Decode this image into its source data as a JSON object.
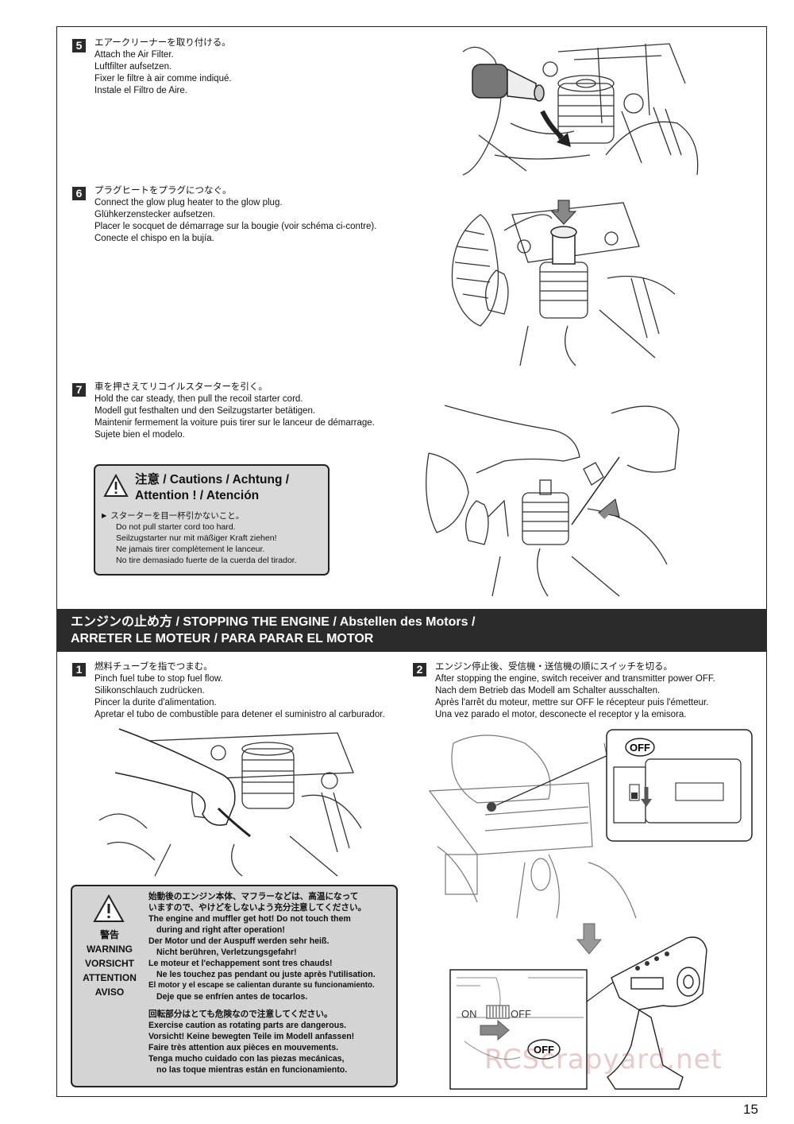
{
  "step5": {
    "num": "5",
    "lines": [
      "エアークリーナーを取り付ける。",
      "Attach the Air Filter.",
      "Luftfilter aufsetzen.",
      "Fixer le filtre à air comme indiqué.",
      "Instale el Filtro de Aire."
    ]
  },
  "step6": {
    "num": "6",
    "lines": [
      "プラグヒートをプラグにつなぐ。",
      "Connect the glow plug heater to the glow plug.",
      "Glühkerzenstecker aufsetzen.",
      "Placer le socquet de démarrage sur la bougie (voir schéma ci-contre).",
      "Conecte el chispo en la bujía."
    ]
  },
  "step7": {
    "num": "7",
    "lines": [
      "車を押さえてリコイルスターターを引く。",
      "Hold the car steady, then pull the recoil starter cord.",
      "Modell gut festhalten und den Seilzugstarter betätigen.",
      "Maintenir fermement la voiture puis tirer sur le lanceur de démarrage.",
      "Sujete bien el modelo."
    ]
  },
  "caution": {
    "title1": "注意 / Cautions / Achtung /",
    "title2": "Attention ! / Atención",
    "bullet": "► スターターを目一杯引かないこと。",
    "lines": [
      "Do not pull starter cord too hard.",
      "Seilzugstarter nur mit mäßiger Kraft ziehen!",
      "Ne jamais tirer complètement le lanceur.",
      "No tire demasiado fuerte de la cuerda del tirador."
    ]
  },
  "banner": {
    "line1": "エンジンの止め方 / STOPPING THE ENGINE / Abstellen des Motors /",
    "line2": "ARRETER LE MOTEUR / PARA PARAR EL MOTOR"
  },
  "stop1": {
    "num": "1",
    "lines": [
      "燃料チューブを指でつまむ。",
      "Pinch fuel tube to stop fuel flow.",
      "Silikonschlauch zudrücken.",
      "Pincer la durite d'alimentation.",
      "Apretar el tubo de combustible para detener el suministro al carburador."
    ]
  },
  "stop2": {
    "num": "2",
    "lines": [
      "エンジン停止後、受信機・送信機の順にスイッチを切る。",
      "After stopping the engine, switch receiver and transmitter power OFF.",
      "Nach dem Betrieb das Modell am Schalter ausschalten.",
      "Après l'arrêt du moteur, mettre sur OFF le récepteur puis l'émetteur.",
      "Una vez parado el motor, desconecte el receptor y la emisora."
    ]
  },
  "warning": {
    "labels": [
      "警告",
      "WARNING",
      "VORSICHT",
      "ATTENTION",
      "AVISO"
    ],
    "group1": [
      "始動後のエンジン本体、マフラーなどは、高温になって",
      "いますので、やけどをしないよう充分注意してください。",
      "The engine and muffler get hot!  Do not touch them",
      "  during and right after operation!",
      "Der Motor und der Auspuff werden sehr heiß.",
      "  Nicht berühren, Verletzungsgefahr!",
      "Le moteur et l'echappement sont tres chauds!",
      "  Ne les touchez pas pendant ou juste après l'utilisation.",
      "El motor y el escape se calientan durante su funcionamiento.",
      "  Deje que se enfríen antes de tocarlos."
    ],
    "group2": [
      "回転部分はとても危険なので注意してください。",
      "Exercise caution as rotating parts are dangerous.",
      "Vorsicht! Keine bewegten Teile im Modell anfassen!",
      "Faire très attention aux pièces en mouvements.",
      "Tenga mucho cuidado con las piezas mecánicas,",
      "  no las toque mientras están en funcionamiento."
    ]
  },
  "switch": {
    "off": "OFF",
    "on": "ON"
  },
  "page_number": "15",
  "watermark": "RCScrapyard.net"
}
